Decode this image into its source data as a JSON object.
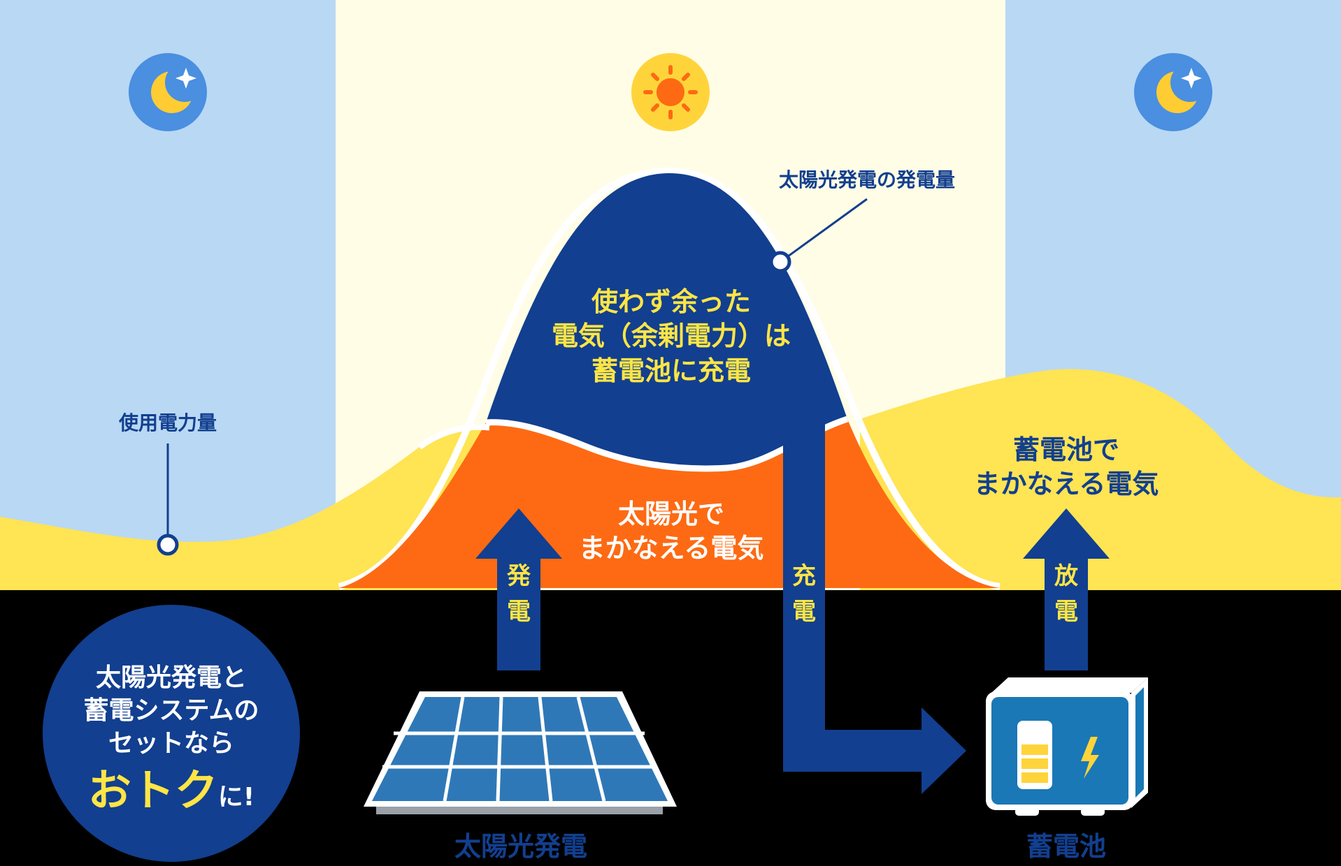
{
  "callouts": {
    "generation_curve": "太陽光発電の発電量",
    "usage_curve": "使用電力量"
  },
  "surplus": {
    "line1": "使わず余った",
    "line2": "電気（余剰電力）は",
    "line3": "蓄電池に充電"
  },
  "solar_cover": {
    "line1": "太陽光で",
    "line2": "まかなえる電気"
  },
  "battery_cover": {
    "line1": "蓄電池で",
    "line2": "まかなえる電気"
  },
  "arrows": {
    "generate": "発電",
    "charge": "充電",
    "discharge": "放電"
  },
  "devices": {
    "solar": "太陽光発電",
    "battery": "蓄電池"
  },
  "badge": {
    "line1": "太陽光発電と",
    "line2": "蓄電システムの",
    "line3": "セットなら",
    "big": "おトク",
    "suffix": "に!"
  },
  "icons": [
    "moon-icon",
    "sun-icon",
    "moon-icon"
  ],
  "colors": {
    "night_bg": "#b9d8f4",
    "day_bg": "#fffde6",
    "usage_yellow": "#ffe453",
    "solar_orange": "#fd6a13",
    "surplus_navy": "#123f8f",
    "text_yellow": "#ffe545"
  }
}
